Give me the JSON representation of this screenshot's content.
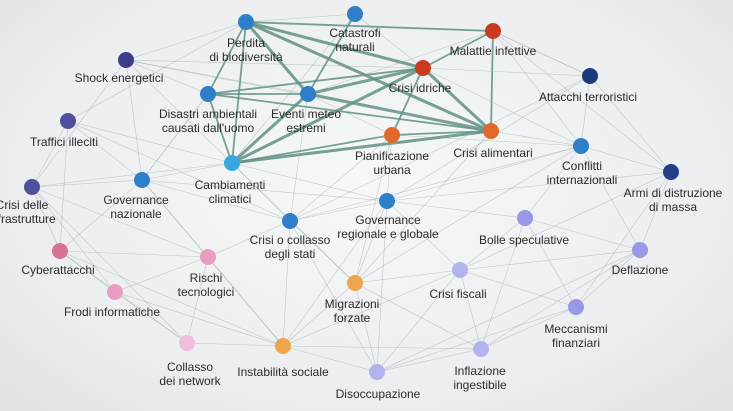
{
  "colors": {
    "blue": "#2f7fc8",
    "light_blue": "#38a7e0",
    "dark_blue": "#233f8a",
    "navy": "#1f3a7a",
    "purple": "#4f4f9e",
    "indigo": "#3d3d8a",
    "orange": "#e0692a",
    "red": "#c93a1e",
    "light_orange": "#eda64c",
    "pink": "#d9729a",
    "light_pink": "#e89ec0",
    "pale_pink": "#f0bedb",
    "lavender": "#9a97e6",
    "light_lavender": "#b3b3ef",
    "edge": "#8ea7ad",
    "edge_strong": "#5f8f86"
  },
  "nodes": [
    {
      "id": "perdita",
      "lines": [
        "Perdita",
        "di biodiversità"
      ],
      "color": "blue"
    },
    {
      "id": "catastrofi",
      "lines": [
        "Catastrofi",
        "naturali"
      ],
      "color": "blue"
    },
    {
      "id": "malattie",
      "lines": [
        "Malattie infettive"
      ],
      "color": "red"
    },
    {
      "id": "shock",
      "lines": [
        "Shock energetici"
      ],
      "color": "indigo"
    },
    {
      "id": "crisi_idriche",
      "lines": [
        "Crisi idriche"
      ],
      "color": "red"
    },
    {
      "id": "attacchi",
      "lines": [
        "Attacchi terroristici"
      ],
      "color": "navy"
    },
    {
      "id": "disastri",
      "lines": [
        "Disastri ambientali",
        "causati dall'uomo"
      ],
      "color": "blue"
    },
    {
      "id": "eventi",
      "lines": [
        "Eventi meteo",
        "estremi"
      ],
      "color": "blue"
    },
    {
      "id": "traffici",
      "lines": [
        "Traffici illeciti"
      ],
      "color": "purple"
    },
    {
      "id": "pianificazione",
      "lines": [
        "Pianificazione",
        "urbana"
      ],
      "color": "orange"
    },
    {
      "id": "crisi_alimentari",
      "lines": [
        "Crisi alimentari"
      ],
      "color": "orange"
    },
    {
      "id": "conflitti",
      "lines": [
        "Conflitti",
        "internazionali"
      ],
      "color": "blue"
    },
    {
      "id": "armi",
      "lines": [
        "Armi di distruzione",
        "di massa"
      ],
      "color": "dark_blue"
    },
    {
      "id": "crisi_infra",
      "lines": [
        "Crisi delle",
        "infrastrutture"
      ],
      "color": "purple"
    },
    {
      "id": "governance_naz",
      "lines": [
        "Governance",
        "nazionale"
      ],
      "color": "blue"
    },
    {
      "id": "cambiamenti",
      "lines": [
        "Cambiamenti",
        "climatici"
      ],
      "color": "light_blue"
    },
    {
      "id": "governance_reg",
      "lines": [
        "Governance",
        "regionale e globale"
      ],
      "color": "blue"
    },
    {
      "id": "collasso_stati",
      "lines": [
        "Crisi o collasso",
        "degli stati"
      ],
      "color": "blue"
    },
    {
      "id": "bolle",
      "lines": [
        "Bolle speculative"
      ],
      "color": "lavender"
    },
    {
      "id": "cyber",
      "lines": [
        "Cyberattacchi"
      ],
      "color": "pink"
    },
    {
      "id": "rischi_tech",
      "lines": [
        "Rischi",
        "tecnologici"
      ],
      "color": "light_pink"
    },
    {
      "id": "deflazione",
      "lines": [
        "Deflazione"
      ],
      "color": "lavender"
    },
    {
      "id": "frodi",
      "lines": [
        "Frodi informatiche"
      ],
      "color": "light_pink"
    },
    {
      "id": "migrazioni",
      "lines": [
        "Migrazioni",
        "forzate"
      ],
      "color": "light_orange"
    },
    {
      "id": "crisi_fiscali",
      "lines": [
        "Crisi fiscali"
      ],
      "color": "light_lavender"
    },
    {
      "id": "meccanismi",
      "lines": [
        "Meccanismi",
        "finanziari"
      ],
      "color": "lavender"
    },
    {
      "id": "collasso_network",
      "lines": [
        "Collasso",
        "dei network"
      ],
      "color": "pale_pink"
    },
    {
      "id": "instabilita",
      "lines": [
        "Instabilità sociale"
      ],
      "color": "light_orange"
    },
    {
      "id": "disoccupazione",
      "lines": [
        "Disoccupazione"
      ],
      "color": "light_lavender"
    },
    {
      "id": "inflazione",
      "lines": [
        "Inflazione",
        "ingestibile"
      ],
      "color": "light_lavender"
    }
  ],
  "edges": [
    [
      "perdita",
      "crisi_idriche",
      3
    ],
    [
      "perdita",
      "crisi_alimentari",
      3
    ],
    [
      "perdita",
      "eventi",
      3
    ],
    [
      "perdita",
      "cambiamenti",
      2
    ],
    [
      "perdita",
      "disastri",
      2
    ],
    [
      "perdita",
      "malattie",
      2
    ],
    [
      "perdita",
      "catastrofi",
      1
    ],
    [
      "catastrofi",
      "eventi",
      2
    ],
    [
      "catastrofi",
      "crisi_idriche",
      1
    ],
    [
      "catastrofi",
      "cambiamenti",
      1
    ],
    [
      "crisi_idriche",
      "crisi_alimentari",
      3
    ],
    [
      "crisi_idriche",
      "cambiamenti",
      3
    ],
    [
      "crisi_idriche",
      "eventi",
      3
    ],
    [
      "crisi_idriche",
      "malattie",
      2
    ],
    [
      "crisi_idriche",
      "disastri",
      2
    ],
    [
      "crisi_idriche",
      "pianificazione",
      2
    ],
    [
      "crisi_idriche",
      "conflitti",
      1
    ],
    [
      "crisi_alimentari",
      "cambiamenti",
      3
    ],
    [
      "crisi_alimentari",
      "eventi",
      3
    ],
    [
      "crisi_alimentari",
      "disastri",
      2
    ],
    [
      "crisi_alimentari",
      "pianificazione",
      2
    ],
    [
      "crisi_alimentari",
      "malattie",
      2
    ],
    [
      "crisi_alimentari",
      "conflitti",
      1
    ],
    [
      "crisi_alimentari",
      "migrazioni",
      1
    ],
    [
      "cambiamenti",
      "eventi",
      3
    ],
    [
      "cambiamenti",
      "disastri",
      2
    ],
    [
      "cambiamenti",
      "governance_naz",
      1
    ],
    [
      "cambiamenti",
      "pianificazione",
      2
    ],
    [
      "cambiamenti",
      "migrazioni",
      1
    ],
    [
      "eventi",
      "disastri",
      2
    ],
    [
      "eventi",
      "pianificazione",
      1
    ],
    [
      "shock",
      "perdita",
      1
    ],
    [
      "shock",
      "crisi_idriche",
      1
    ],
    [
      "shock",
      "cambiamenti",
      1
    ],
    [
      "shock",
      "crisi_infra",
      1
    ],
    [
      "shock",
      "governance_naz",
      1
    ],
    [
      "shock",
      "eventi",
      1
    ],
    [
      "shock",
      "crisi_alimentari",
      1
    ],
    [
      "attacchi",
      "conflitti",
      1
    ],
    [
      "attacchi",
      "armi",
      1
    ],
    [
      "attacchi",
      "crisi_idriche",
      1
    ],
    [
      "attacchi",
      "governance_reg",
      1
    ],
    [
      "attacchi",
      "malattie",
      1
    ],
    [
      "attacchi",
      "collasso_stati",
      1
    ],
    [
      "traffici",
      "governance_naz",
      1
    ],
    [
      "traffici",
      "crisi_infra",
      1
    ],
    [
      "traffici",
      "cyber",
      1
    ],
    [
      "traffici",
      "collasso_stati",
      1
    ],
    [
      "traffici",
      "perdita",
      1
    ],
    [
      "traffici",
      "cambiamenti",
      1
    ],
    [
      "conflitti",
      "armi",
      1
    ],
    [
      "conflitti",
      "governance_reg",
      1
    ],
    [
      "conflitti",
      "migrazioni",
      1
    ],
    [
      "conflitti",
      "collasso_stati",
      1
    ],
    [
      "conflitti",
      "deflazione",
      1
    ],
    [
      "conflitti",
      "bolle",
      1
    ],
    [
      "armi",
      "governance_reg",
      1
    ],
    [
      "armi",
      "deflazione",
      1
    ],
    [
      "armi",
      "crisi_fiscali",
      1
    ],
    [
      "armi",
      "meccanismi",
      1
    ],
    [
      "armi",
      "malattie",
      1
    ],
    [
      "crisi_infra",
      "governance_naz",
      1
    ],
    [
      "crisi_infra",
      "cyber",
      1
    ],
    [
      "crisi_infra",
      "frodi",
      1
    ],
    [
      "crisi_infra",
      "cambiamenti",
      1
    ],
    [
      "crisi_infra",
      "collasso_network",
      1
    ],
    [
      "crisi_infra",
      "rischi_tech",
      1
    ],
    [
      "governance_naz",
      "collasso_stati",
      1
    ],
    [
      "governance_naz",
      "instabilita",
      1
    ],
    [
      "governance_naz",
      "governance_reg",
      1
    ],
    [
      "governance_naz",
      "cyber",
      1
    ],
    [
      "governance_naz",
      "rischi_tech",
      1
    ],
    [
      "governance_naz",
      "disastri",
      1
    ],
    [
      "governance_reg",
      "collasso_stati",
      1
    ],
    [
      "governance_reg",
      "migrazioni",
      1
    ],
    [
      "governance_reg",
      "crisi_fiscali",
      1
    ],
    [
      "governance_reg",
      "bolle",
      1
    ],
    [
      "governance_reg",
      "pianificazione",
      1
    ],
    [
      "governance_reg",
      "cambiamenti",
      1
    ],
    [
      "governance_reg",
      "instabilita",
      1
    ],
    [
      "governance_reg",
      "disoccupazione",
      1
    ],
    [
      "collasso_stati",
      "instabilita",
      1
    ],
    [
      "collasso_stati",
      "migrazioni",
      1
    ],
    [
      "collasso_stati",
      "disoccupazione",
      1
    ],
    [
      "collasso_stati",
      "eventi",
      1
    ],
    [
      "collasso_stati",
      "cambiamenti",
      1
    ],
    [
      "migrazioni",
      "instabilita",
      1
    ],
    [
      "migrazioni",
      "disoccupazione",
      1
    ],
    [
      "migrazioni",
      "crisi_fiscali",
      1
    ],
    [
      "migrazioni",
      "pianificazione",
      1
    ],
    [
      "migrazioni",
      "inflazione",
      1
    ],
    [
      "bolle",
      "crisi_fiscali",
      1
    ],
    [
      "bolle",
      "deflazione",
      1
    ],
    [
      "bolle",
      "meccanismi",
      1
    ],
    [
      "bolle",
      "inflazione",
      1
    ],
    [
      "crisi_fiscali",
      "deflazione",
      1
    ],
    [
      "crisi_fiscali",
      "meccanismi",
      1
    ],
    [
      "crisi_fiscali",
      "inflazione",
      1
    ],
    [
      "crisi_fiscali",
      "disoccupazione",
      1
    ],
    [
      "crisi_fiscali",
      "instabilita",
      1
    ],
    [
      "deflazione",
      "meccanismi",
      1
    ],
    [
      "deflazione",
      "disoccupazione",
      1
    ],
    [
      "deflazione",
      "inflazione",
      1
    ],
    [
      "meccanismi",
      "inflazione",
      1
    ],
    [
      "meccanismi",
      "disoccupazione",
      1
    ],
    [
      "inflazione",
      "disoccupazione",
      1
    ],
    [
      "inflazione",
      "instabilita",
      1
    ],
    [
      "disoccupazione",
      "instabilita",
      1
    ],
    [
      "cyber",
      "frodi",
      1
    ],
    [
      "cyber",
      "rischi_tech",
      1
    ],
    [
      "cyber",
      "collasso_network",
      1
    ],
    [
      "cyber",
      "instabilita",
      1
    ],
    [
      "rischi_tech",
      "frodi",
      1
    ],
    [
      "rischi_tech",
      "collasso_network",
      1
    ],
    [
      "rischi_tech",
      "instabilita",
      1
    ],
    [
      "rischi_tech",
      "collasso_stati",
      1
    ],
    [
      "frodi",
      "collasso_network",
      1
    ],
    [
      "frodi",
      "instabilita",
      1
    ],
    [
      "collasso_network",
      "instabilita",
      1
    ],
    [
      "malattie",
      "attacchi",
      1
    ],
    [
      "malattie",
      "conflitti",
      1
    ],
    [
      "malattie",
      "eventi",
      1
    ],
    [
      "pianificazione",
      "conflitti",
      1
    ],
    [
      "pianificazione",
      "collasso_stati",
      1
    ],
    [
      "disastri",
      "governance_naz",
      1
    ],
    [
      "disastri",
      "shock",
      1
    ]
  ]
}
